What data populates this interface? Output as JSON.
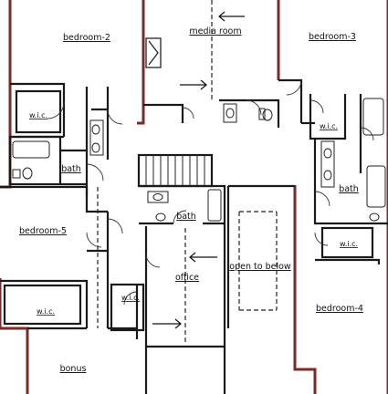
{
  "colors": {
    "wall": "#1a1a1a",
    "wall_accent": "#7a2a2a",
    "fixture": "#222222",
    "background": "#ffffff"
  },
  "rooms": {
    "bedroom_2": "bedroom-2",
    "media_room": "media room",
    "bedroom_3": "bedroom-3",
    "bath_left": "bath",
    "bath_center": "bath",
    "bath_right": "bath",
    "bedroom_5": "bedroom-5",
    "office": "office",
    "open_to_below": "open to below",
    "bedroom_4": "bedroom-4",
    "bonus": "bonus"
  },
  "closets": {
    "wic_top_left": "w.i.c.",
    "wic_top_right": "w.i.c.",
    "wic_bottom_left": "w.i.c.",
    "wic_center": "w.i.c.",
    "wic_right": "w.i.c."
  },
  "icons": [
    "direction-arrow-icon",
    "toilet-icon",
    "sink-icon",
    "bathtub-icon",
    "fireplace-icon",
    "staircase-icon",
    "door-swing-icon"
  ]
}
